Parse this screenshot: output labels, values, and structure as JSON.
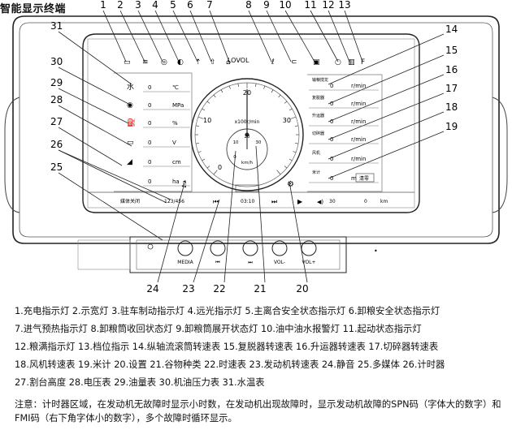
{
  "title": "智能显示终端",
  "brand": "LOVOL",
  "callouts_top": [
    "1",
    "2",
    "3",
    "4",
    "5",
    "6",
    "7",
    "8",
    "9",
    "10",
    "11",
    "12",
    "13"
  ],
  "callouts_right": [
    "14",
    "15",
    "16",
    "17",
    "18",
    "19"
  ],
  "callouts_left": [
    "31",
    "30",
    "29",
    "28",
    "27",
    "26",
    "25"
  ],
  "callouts_bottom": [
    "24",
    "23",
    "22",
    "21",
    "20"
  ],
  "left_gauges": [
    {
      "value": "0",
      "unit": "℃"
    },
    {
      "value": "0",
      "unit": "MPa"
    },
    {
      "value": "0",
      "unit": "%"
    },
    {
      "value": "0",
      "unit": "V"
    },
    {
      "value": "0",
      "unit": "cm"
    },
    {
      "value": "0",
      "unit": "ha"
    }
  ],
  "right_gauges": [
    {
      "label": "输粮搅龙",
      "value": "0",
      "unit": "r/min"
    },
    {
      "label": "复脱器",
      "value": "0",
      "unit": "r/min"
    },
    {
      "label": "升运器",
      "value": "0",
      "unit": "r/min"
    },
    {
      "label": "切碎器",
      "value": "0",
      "unit": "r/min"
    },
    {
      "label": "风机",
      "value": "0",
      "unit": "r/min"
    },
    {
      "label": "米计",
      "value": "0",
      "unit": "m"
    }
  ],
  "clear_button": "清零",
  "dial": {
    "outer_ticks": [
      "0",
      "10",
      "20",
      "30"
    ],
    "outer_unit": "x100r/min",
    "inner_ticks": [
      "0",
      "10",
      "20",
      "30"
    ],
    "inner_unit": "km/h"
  },
  "media_bar": {
    "label": "媒体关闭",
    "track": "123/456",
    "time": "03:10",
    "volume": "30",
    "distance": "0",
    "distance_unit": "km"
  },
  "buttons": [
    "MEDIA",
    "⏮",
    "⏭",
    "VOL-",
    "VOL+"
  ],
  "legend_lines": [
    "1.充电指示灯 2.示宽灯 3.驻车制动指示灯 4.远光指示灯 5.主离合安全状态指示灯 6.卸粮安全状态指示灯",
    "7.进气预热指示灯  8.卸粮筒收回状态灯  9.卸粮筒展开状态灯  10.油中油水报警灯  11.起动状态指示灯",
    "12.粮满指示灯  13.档位指示  14.纵轴流滚筒转速表  15.复脱器转速表  16.升运器转速表  17.切碎器转速表",
    "18.风机转速表  19.米计  20.设置  21.谷物种类  22.时速表  23.发动机转速表  24.静音  25.多媒体  26.计时器",
    "27.割台高度  28.电压表  29.油量表  30.机油压力表  31.水温表"
  ],
  "note": "注意：计时器区域，在发动机无故障时显示小时数，在发动机出现故障时，显示发动机故障的SPN码（字体大的数字）和FMI码（右下角字体小的数字），多个故障时循环显示。"
}
